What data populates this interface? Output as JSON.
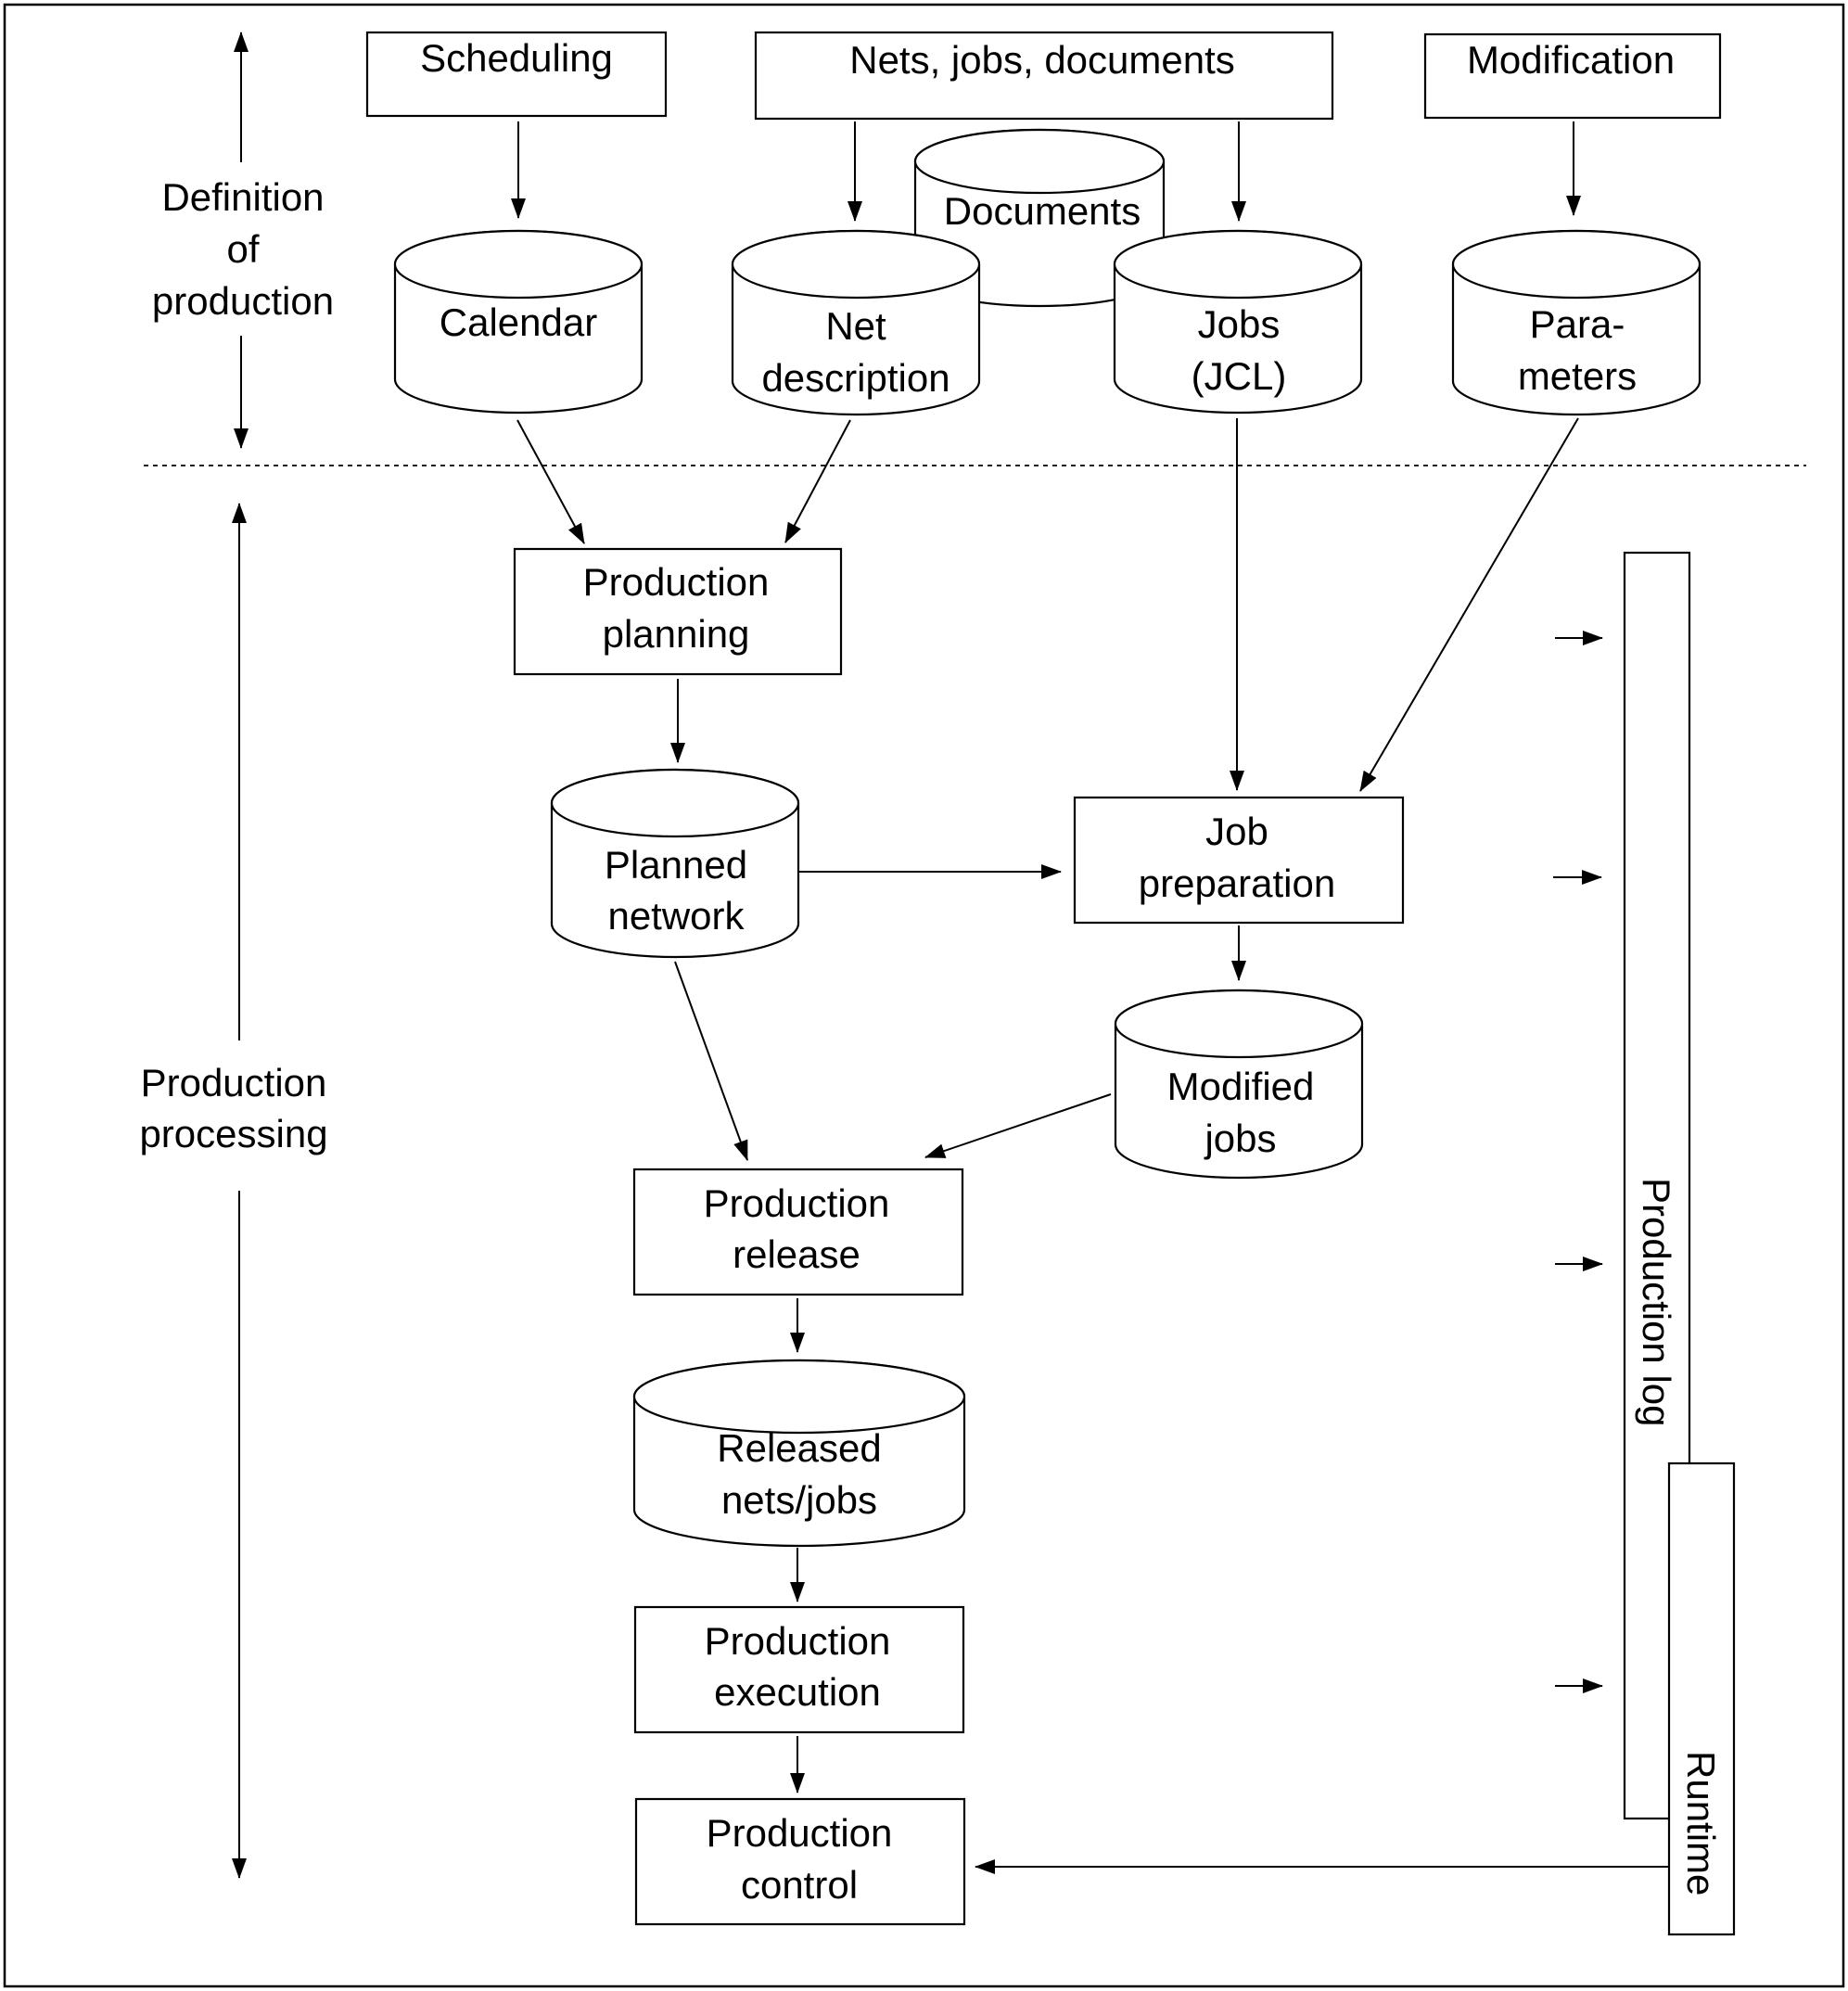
{
  "section_labels": {
    "definition": [
      "Definition",
      "of",
      "production"
    ],
    "processing": [
      "Production",
      "processing"
    ]
  },
  "boxes": {
    "scheduling": [
      "Scheduling"
    ],
    "nets_jobs_documents": [
      "Nets, jobs, documents"
    ],
    "modification": [
      "Modification"
    ],
    "production_planning": [
      "Production",
      "planning"
    ],
    "job_preparation": [
      "Job",
      "preparation"
    ],
    "production_release": [
      "Production",
      "release"
    ],
    "production_execution": [
      "Production",
      "execution"
    ],
    "production_control": [
      "Production",
      "control"
    ]
  },
  "databases": {
    "documents": [
      "Documents"
    ],
    "calendar": [
      "Calendar"
    ],
    "net_description": [
      "Net",
      "description"
    ],
    "jobs_jcl": [
      "Jobs",
      "(JCL)"
    ],
    "parameters": [
      "Para-",
      "meters"
    ],
    "planned_network": [
      "Planned",
      "network"
    ],
    "modified_jobs": [
      "Modified",
      "jobs"
    ],
    "released_nets_jobs": [
      "Released",
      "nets/jobs"
    ]
  },
  "vertical_bars": {
    "production_log": "Production log",
    "runtime": "Runtime"
  }
}
